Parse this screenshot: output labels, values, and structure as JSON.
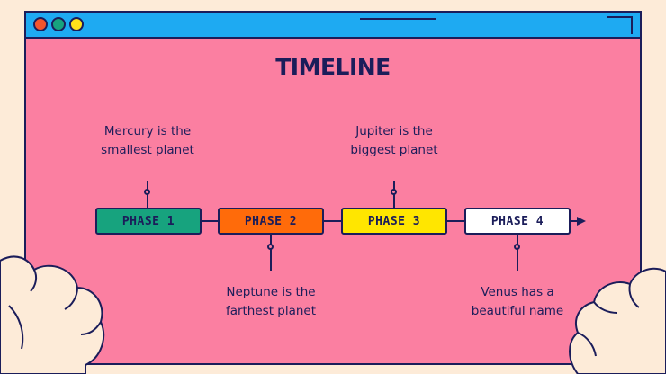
{
  "window": {
    "controls": [
      "close-dot",
      "minimize-dot",
      "maximize-dot"
    ]
  },
  "title": "TIMELINE",
  "phases": [
    {
      "label": "PHASE 1",
      "color": "#17a37e",
      "note": [
        "Mercury is the",
        "smallest planet"
      ],
      "note_position": "above"
    },
    {
      "label": "PHASE 2",
      "color": "#ff6b0a",
      "note": [
        "Neptune is the",
        "farthest planet"
      ],
      "note_position": "below"
    },
    {
      "label": "PHASE 3",
      "color": "#ffe600",
      "note": [
        "Jupiter is the",
        "biggest planet"
      ],
      "note_position": "above"
    },
    {
      "label": "PHASE 4",
      "color": "#ffffff",
      "note": [
        "Venus has a",
        "beautiful name"
      ],
      "note_position": "below"
    }
  ],
  "colors": {
    "background": "#fdebd8",
    "window": "#fb7fa1",
    "titlebar": "#1eaaf2",
    "ink": "#1b1d5a"
  }
}
